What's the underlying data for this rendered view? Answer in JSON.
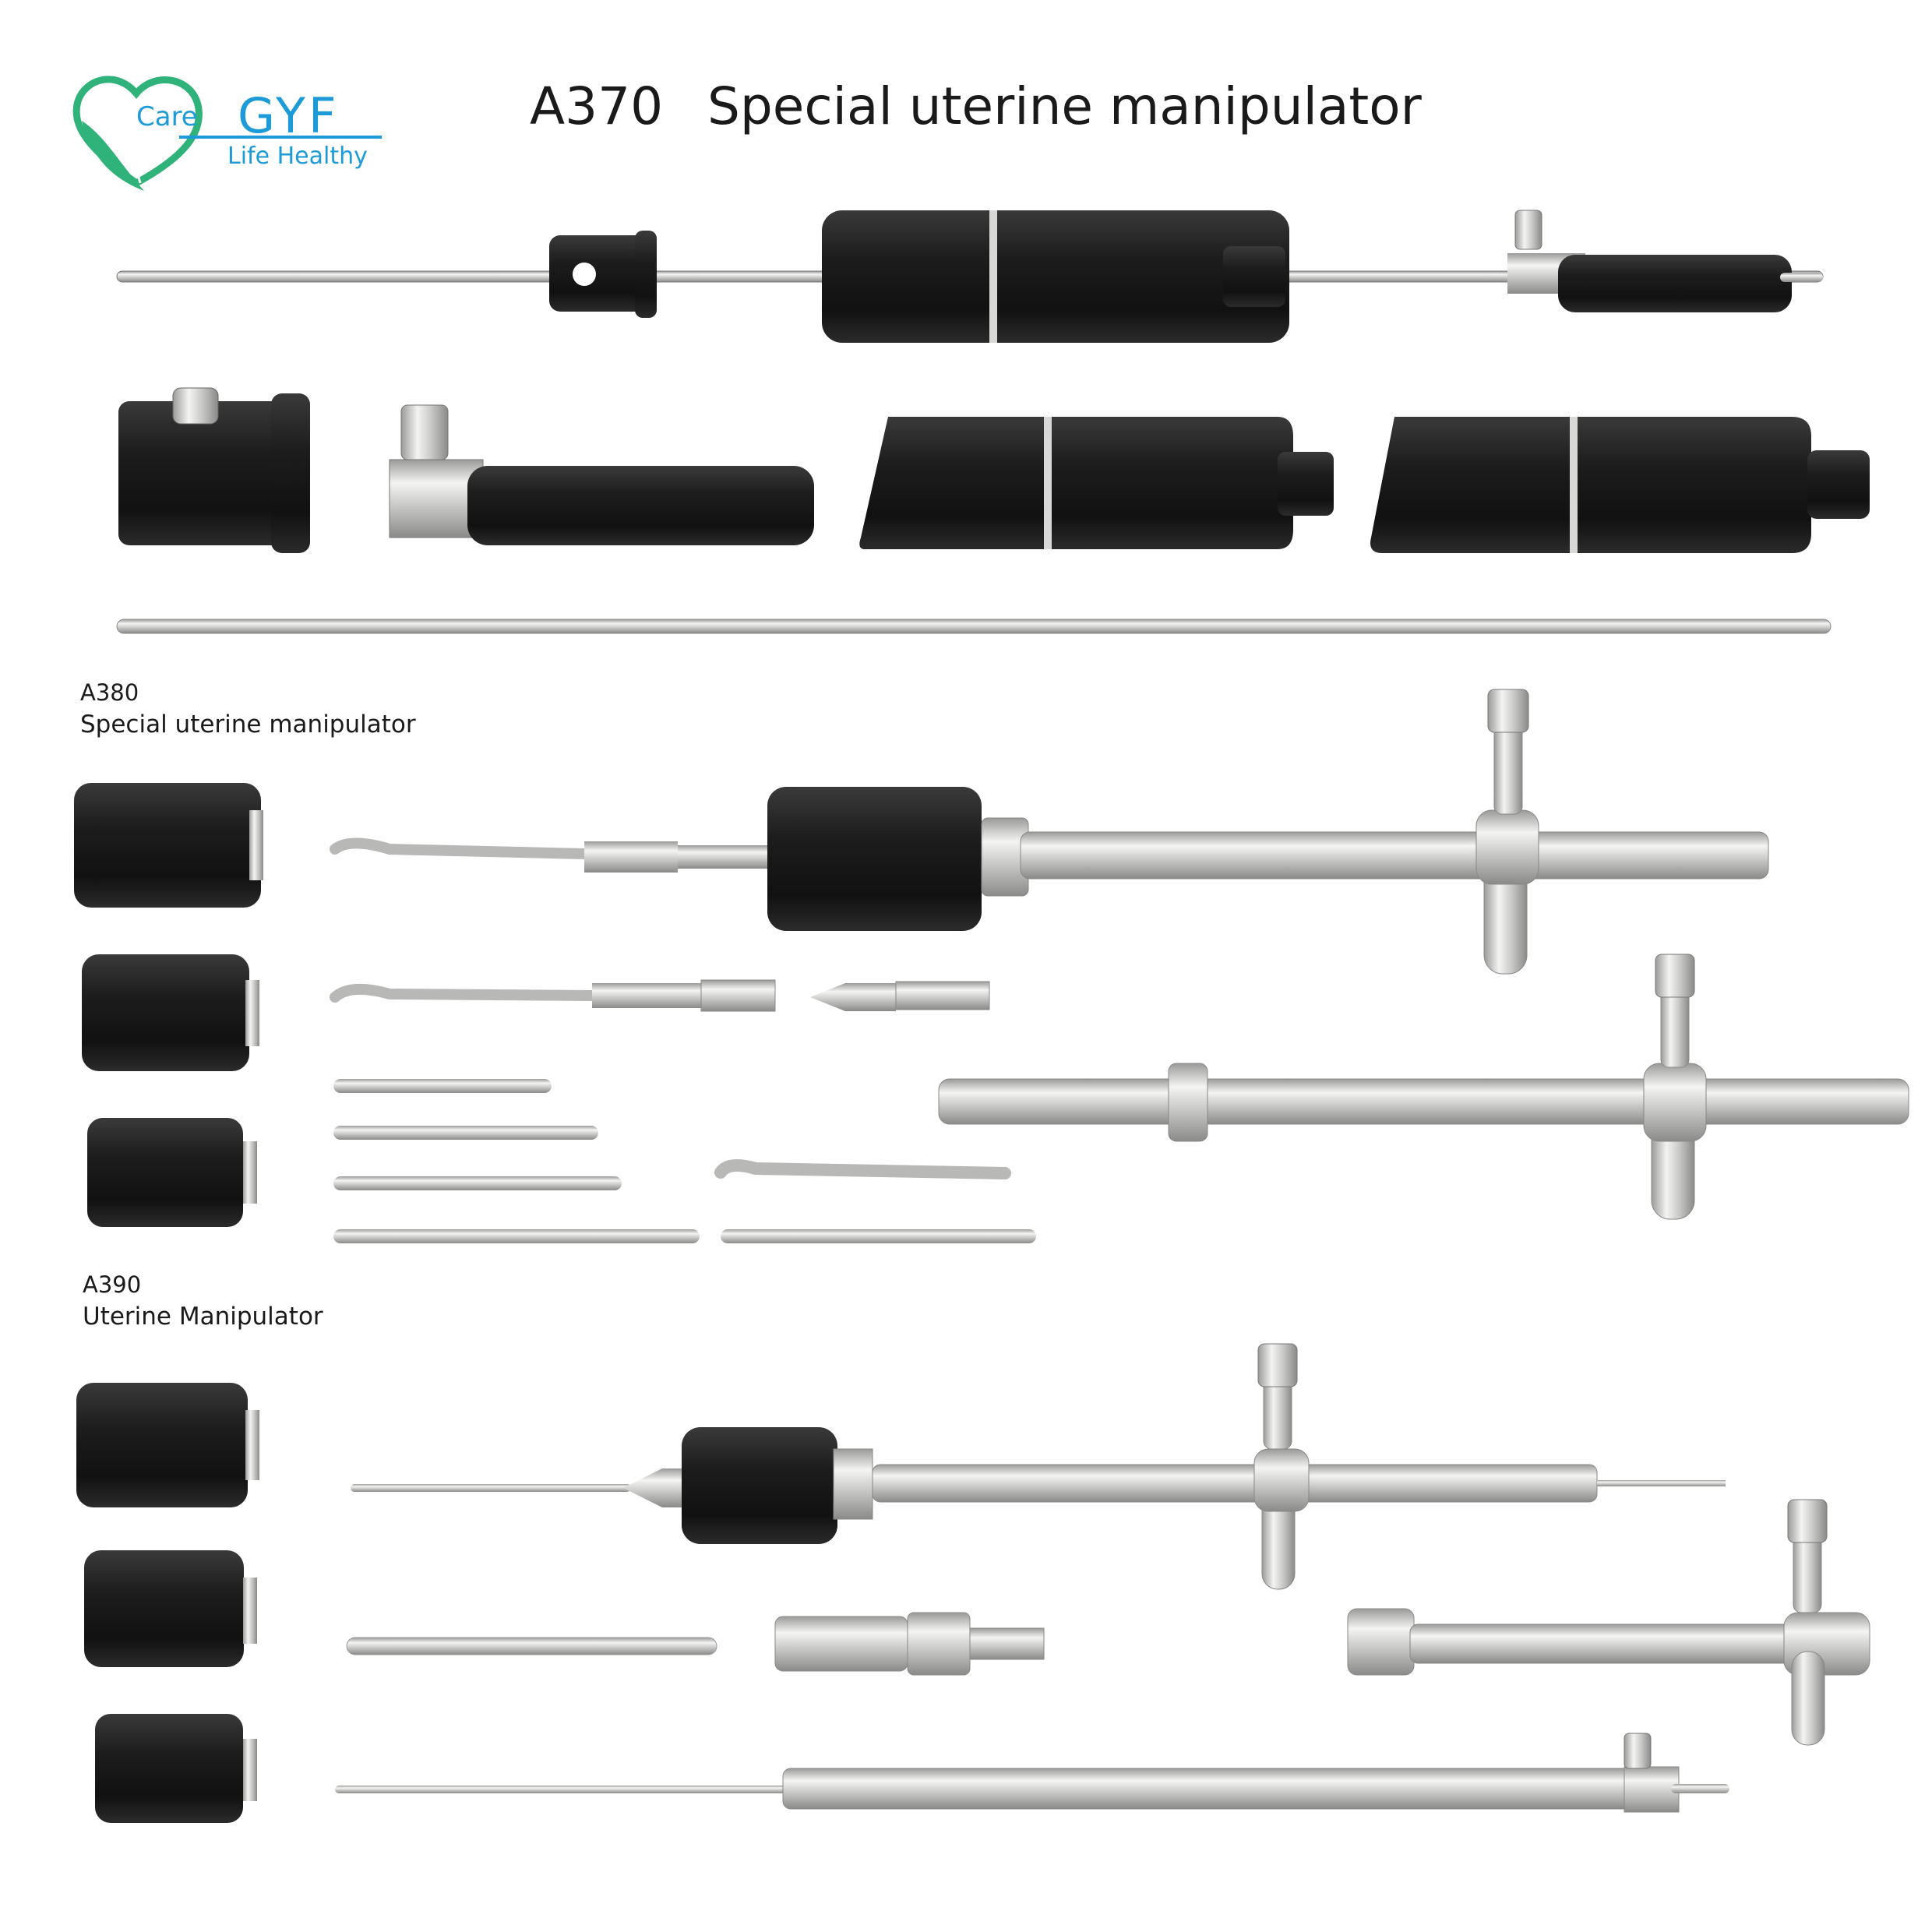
{
  "brand": {
    "logo_care": "Care",
    "logo_name": "GYF",
    "logo_tagline": "Life Healthy",
    "colors": {
      "blue": "#1c9bd8",
      "green": "#2fb37a"
    }
  },
  "title": {
    "code": "A370",
    "name": "Special uterine manipulator"
  },
  "sections": {
    "a380": {
      "code": "A380",
      "name": "Special uterine manipulator"
    },
    "a390": {
      "code": "A390",
      "name": "Uterine Manipulator"
    }
  },
  "colors": {
    "black_part": "#1b1b1b",
    "steel": "#c9c9c7",
    "steel_dark": "#8e8e8c",
    "steel_light": "#f2f2f0"
  }
}
